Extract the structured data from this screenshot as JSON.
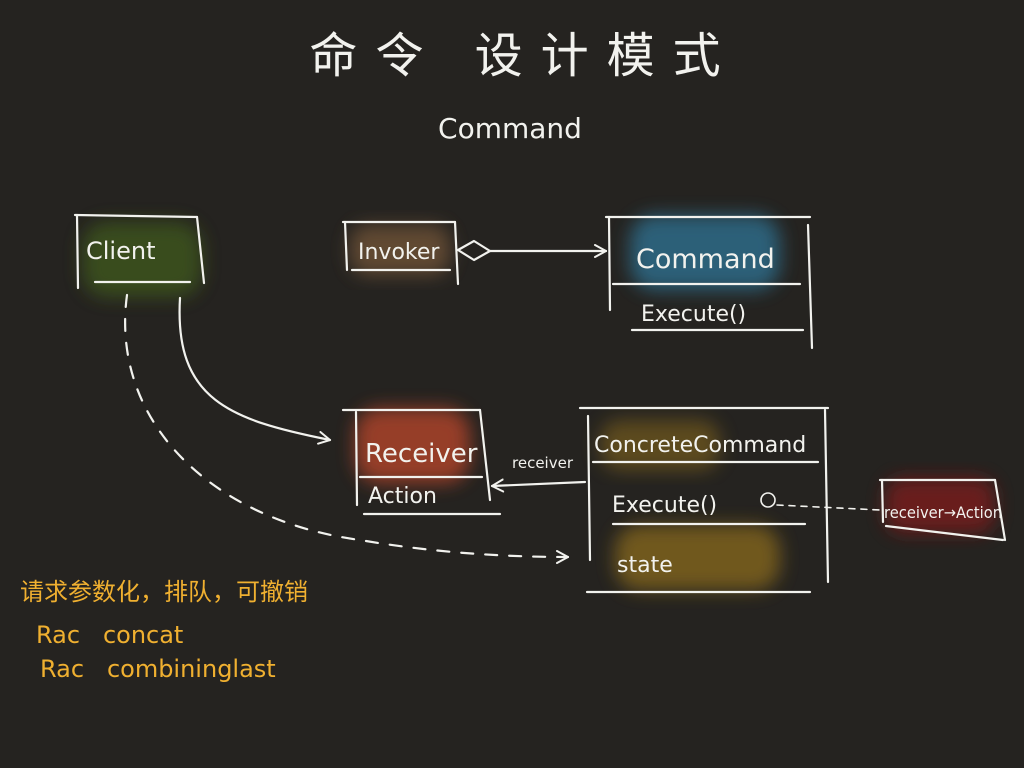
{
  "title": "命令 设计模式",
  "subtitle": "Command",
  "colors": {
    "background": "#252320",
    "ink": "#f2f2ee",
    "client_wash": "#3f5a1e",
    "invoker_wash": "#7a5a3a",
    "command_wash": "#2f6f8f",
    "receiver_wash": "#b3442a",
    "concrete_wash": "#8a6a1e",
    "note_wash": "#7a1c1c",
    "notes_text": "#f0b030"
  },
  "boxes": {
    "client": {
      "name": "Client"
    },
    "invoker": {
      "name": "Invoker"
    },
    "command": {
      "name": "Command",
      "method": "Execute()"
    },
    "receiver": {
      "name": "Receiver",
      "method": "Action"
    },
    "concrete": {
      "name": "ConcreteCommand",
      "method": "Execute()",
      "field": "state"
    },
    "note": {
      "text": "receiver→Action"
    }
  },
  "labels": {
    "receiver_link": "receiver"
  },
  "notes": {
    "line1": "请求参数化，排队，可撤销",
    "line2": "Rac   concat",
    "line3": "Rac   combininglast"
  }
}
